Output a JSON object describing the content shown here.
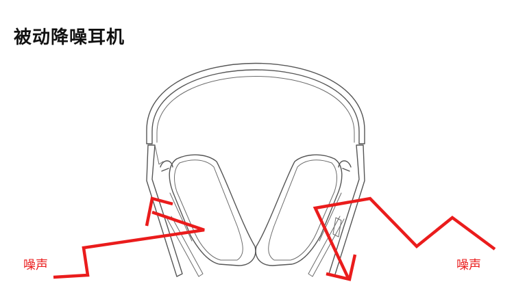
{
  "diagram": {
    "title": "被动降噪耳机",
    "labels": {
      "noise_left": "噪声",
      "noise_right": "噪声"
    },
    "colors": {
      "noise_arrow": "#ea1c1c",
      "outline": "#555555",
      "title": "#111111",
      "background": "#ffffff"
    }
  }
}
